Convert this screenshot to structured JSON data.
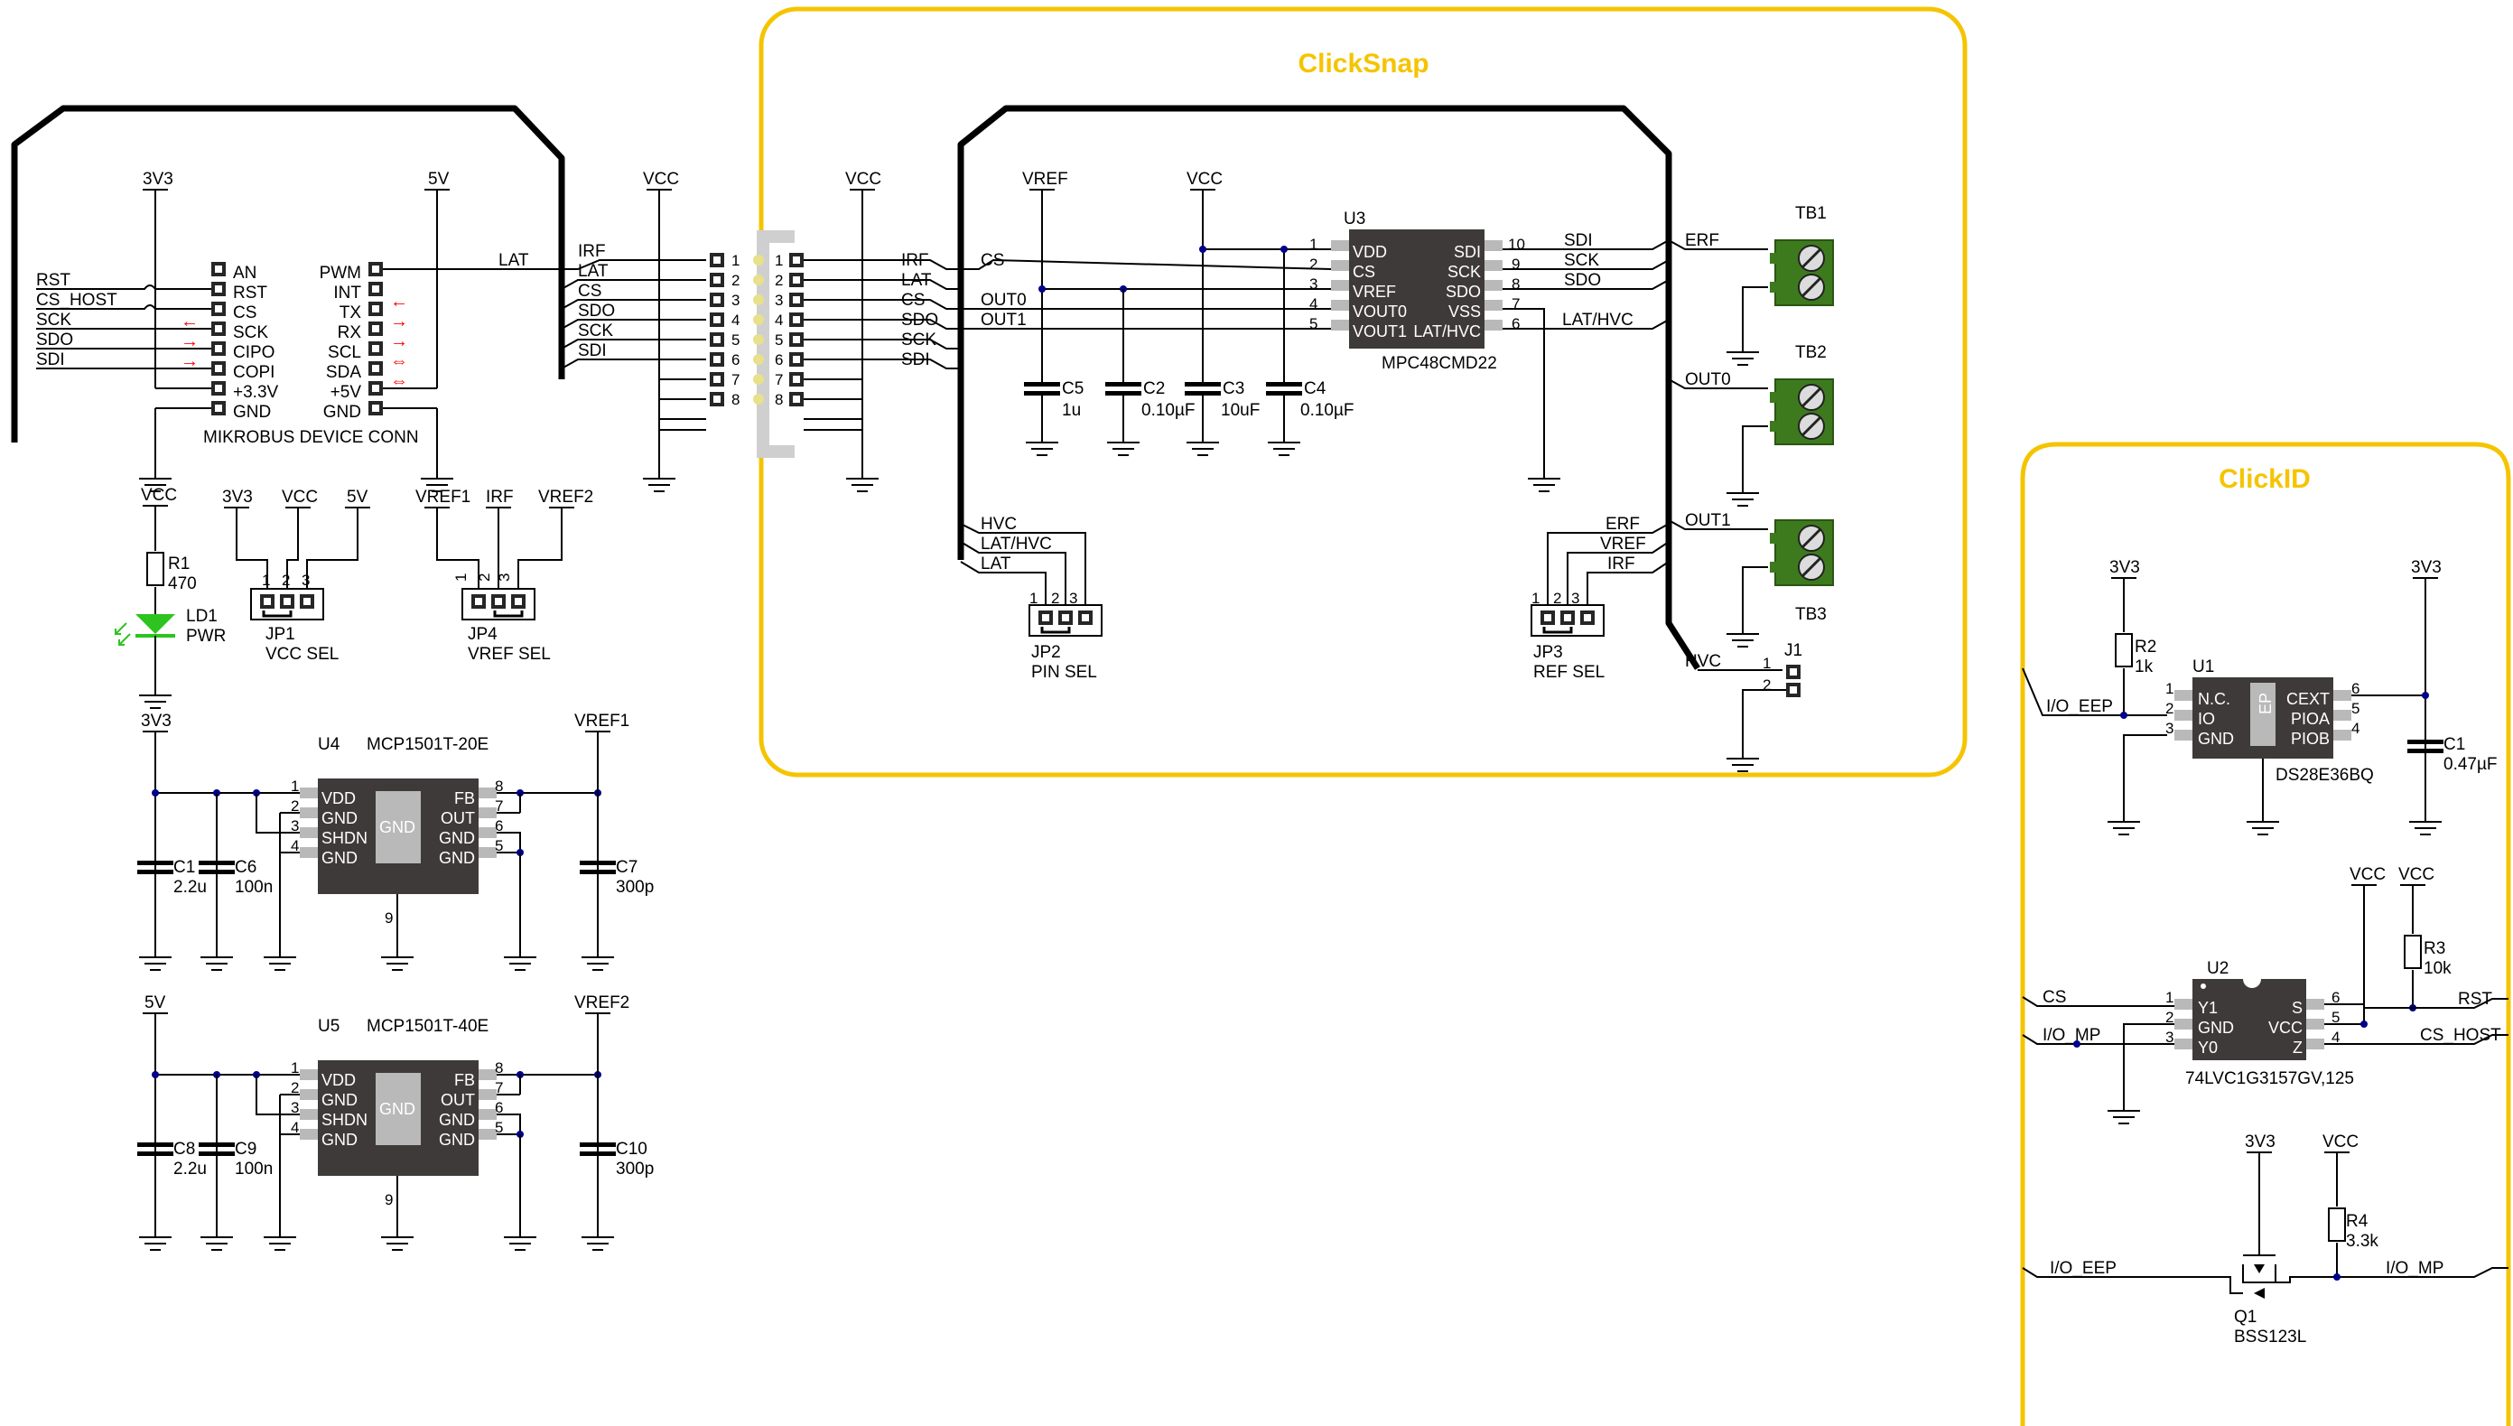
{
  "colors": {
    "frame": "#f5c400",
    "ic_body": "#3f3a3a",
    "terminal": "#3d7a1e",
    "led": "#2ec41f",
    "red_arrow": "#ff0000"
  },
  "sections": {
    "clicksnap": "ClickSnap",
    "clickid": "ClickID"
  },
  "mikrobus": {
    "label": "MIKROBUS DEVICE CONN",
    "left_pins": [
      "AN",
      "RST",
      "CS",
      "SCK",
      "CIPO",
      "COPI",
      "+3.3V",
      "GND"
    ],
    "right_pins": [
      "PWM",
      "INT",
      "TX",
      "RX",
      "SCL",
      "SDA",
      "+5V",
      "GND"
    ],
    "nets_left": [
      "RST",
      "CS_HOST",
      "SCK",
      "SDO",
      "SDI"
    ],
    "pwr_left": "3V3",
    "pwr_right": "5V",
    "lat": "LAT"
  },
  "header": {
    "vcc": "VCC",
    "nets": [
      "IRF",
      "LAT",
      "CS",
      "SDO",
      "SCK",
      "SDI"
    ],
    "pins": [
      "1",
      "2",
      "3",
      "4",
      "5",
      "6",
      "7",
      "8"
    ]
  },
  "u3": {
    "ref": "U3",
    "part": "MPC48CMD22",
    "left_pins": [
      "VDD",
      "CS",
      "VREF",
      "VOUT0",
      "VOUT1"
    ],
    "left_nums": [
      "1",
      "2",
      "3",
      "4",
      "5"
    ],
    "right_pins": [
      "SDI",
      "SCK",
      "SDO",
      "VSS",
      "LAT/HVC"
    ],
    "right_nums": [
      "10",
      "9",
      "8",
      "7",
      "6"
    ],
    "right_nets": [
      "SDI",
      "SCK",
      "SDO",
      "LAT/HVC"
    ],
    "vref": "VREF",
    "vcc": "VCC",
    "cs": "CS",
    "out0": "OUT0",
    "out1": "OUT1"
  },
  "caps_u3": [
    {
      "ref": "C5",
      "val": "1u"
    },
    {
      "ref": "C2",
      "val": "0.10µF"
    },
    {
      "ref": "C3",
      "val": "10uF"
    },
    {
      "ref": "C4",
      "val": "0.10µF"
    }
  ],
  "terminals": {
    "tb1": "TB1",
    "tb2": "TB2",
    "tb3": "TB3",
    "erf": "ERF",
    "out0": "OUT0",
    "out1": "OUT1",
    "hvc": "HVC",
    "j1": "J1",
    "j1_pins": [
      "1",
      "2"
    ]
  },
  "jp2": {
    "ref": "JP2",
    "label": "PIN SEL",
    "nets": [
      "HVC",
      "LAT/HVC",
      "LAT"
    ],
    "pins": [
      "1",
      "2",
      "3"
    ]
  },
  "jp3": {
    "ref": "JP3",
    "label": "REF SEL",
    "nets": [
      "ERF",
      "VREF",
      "IRF"
    ],
    "pins": [
      "1",
      "2",
      "3"
    ]
  },
  "led": {
    "vcc": "VCC",
    "r": "R1",
    "rv": "470",
    "ref": "LD1",
    "label": "PWR"
  },
  "jp1": {
    "ref": "JP1",
    "label": "VCC SEL",
    "nets": [
      "3V3",
      "VCC",
      "5V"
    ],
    "pins": [
      "1",
      "2",
      "3"
    ]
  },
  "jp4": {
    "ref": "JP4",
    "label": "VREF SEL",
    "nets": [
      "VREF1",
      "IRF",
      "VREF2"
    ],
    "pins": [
      "1",
      "2",
      "3"
    ]
  },
  "u4": {
    "ref": "U4",
    "part": "MCP1501T-20E",
    "pwr": "3V3",
    "out": "VREF1",
    "left_pins": [
      "VDD",
      "GND",
      "SHDN",
      "GND"
    ],
    "left_nums": [
      "1",
      "2",
      "3",
      "4"
    ],
    "right_pins": [
      "FB",
      "OUT",
      "GND",
      "GND"
    ],
    "right_nums": [
      "8",
      "7",
      "6",
      "5"
    ],
    "ep": "GND",
    "ep_num": "9",
    "caps": [
      {
        "ref": "C1",
        "val": "2.2u"
      },
      {
        "ref": "C6",
        "val": "100n"
      },
      {
        "ref": "C7",
        "val": "300p"
      }
    ]
  },
  "u5": {
    "ref": "U5",
    "part": "MCP1501T-40E",
    "pwr": "5V",
    "out": "VREF2",
    "left_pins": [
      "VDD",
      "GND",
      "SHDN",
      "GND"
    ],
    "left_nums": [
      "1",
      "2",
      "3",
      "4"
    ],
    "right_pins": [
      "FB",
      "OUT",
      "GND",
      "GND"
    ],
    "right_nums": [
      "8",
      "7",
      "6",
      "5"
    ],
    "ep": "GND",
    "ep_num": "9",
    "caps": [
      {
        "ref": "C8",
        "val": "2.2u"
      },
      {
        "ref": "C9",
        "val": "100n"
      },
      {
        "ref": "C10",
        "val": "300p"
      }
    ]
  },
  "clickid": {
    "u1": {
      "ref": "U1",
      "part": "DS28E36BQ",
      "left_pins": [
        "N.C.",
        "IO",
        "GND"
      ],
      "left_nums": [
        "1",
        "2",
        "3"
      ],
      "right_pins": [
        "CEXT",
        "PIOA",
        "PIOB"
      ],
      "right_nums": [
        "6",
        "5",
        "4"
      ],
      "ep": "EP",
      "pwr1": "3V3",
      "pwr2": "3V3",
      "r": "R2",
      "rv": "1k",
      "c": "C1",
      "cv": "0.47µF",
      "net": "I/O_EEP"
    },
    "u2": {
      "ref": "U2",
      "part": "74LVC1G3157GV,125",
      "left_pins": [
        "Y1",
        "GND",
        "Y0"
      ],
      "left_nums": [
        "1",
        "2",
        "3"
      ],
      "right_pins": [
        "S",
        "VCC",
        "Z"
      ],
      "right_nums": [
        "6",
        "5",
        "4"
      ],
      "vcc1": "VCC",
      "vcc2": "VCC",
      "r": "R3",
      "rv": "10k",
      "nets_left": [
        "CS",
        "I/O_MP"
      ],
      "nets_right": [
        "RST",
        "CS_HOST"
      ]
    },
    "q1": {
      "ref": "Q1",
      "part": "BSS123L",
      "pwr1": "3V3",
      "pwr2": "VCC",
      "r": "R4",
      "rv": "3.3k",
      "net_l": "I/O_EEP",
      "net_r": "I/O_MP"
    }
  }
}
